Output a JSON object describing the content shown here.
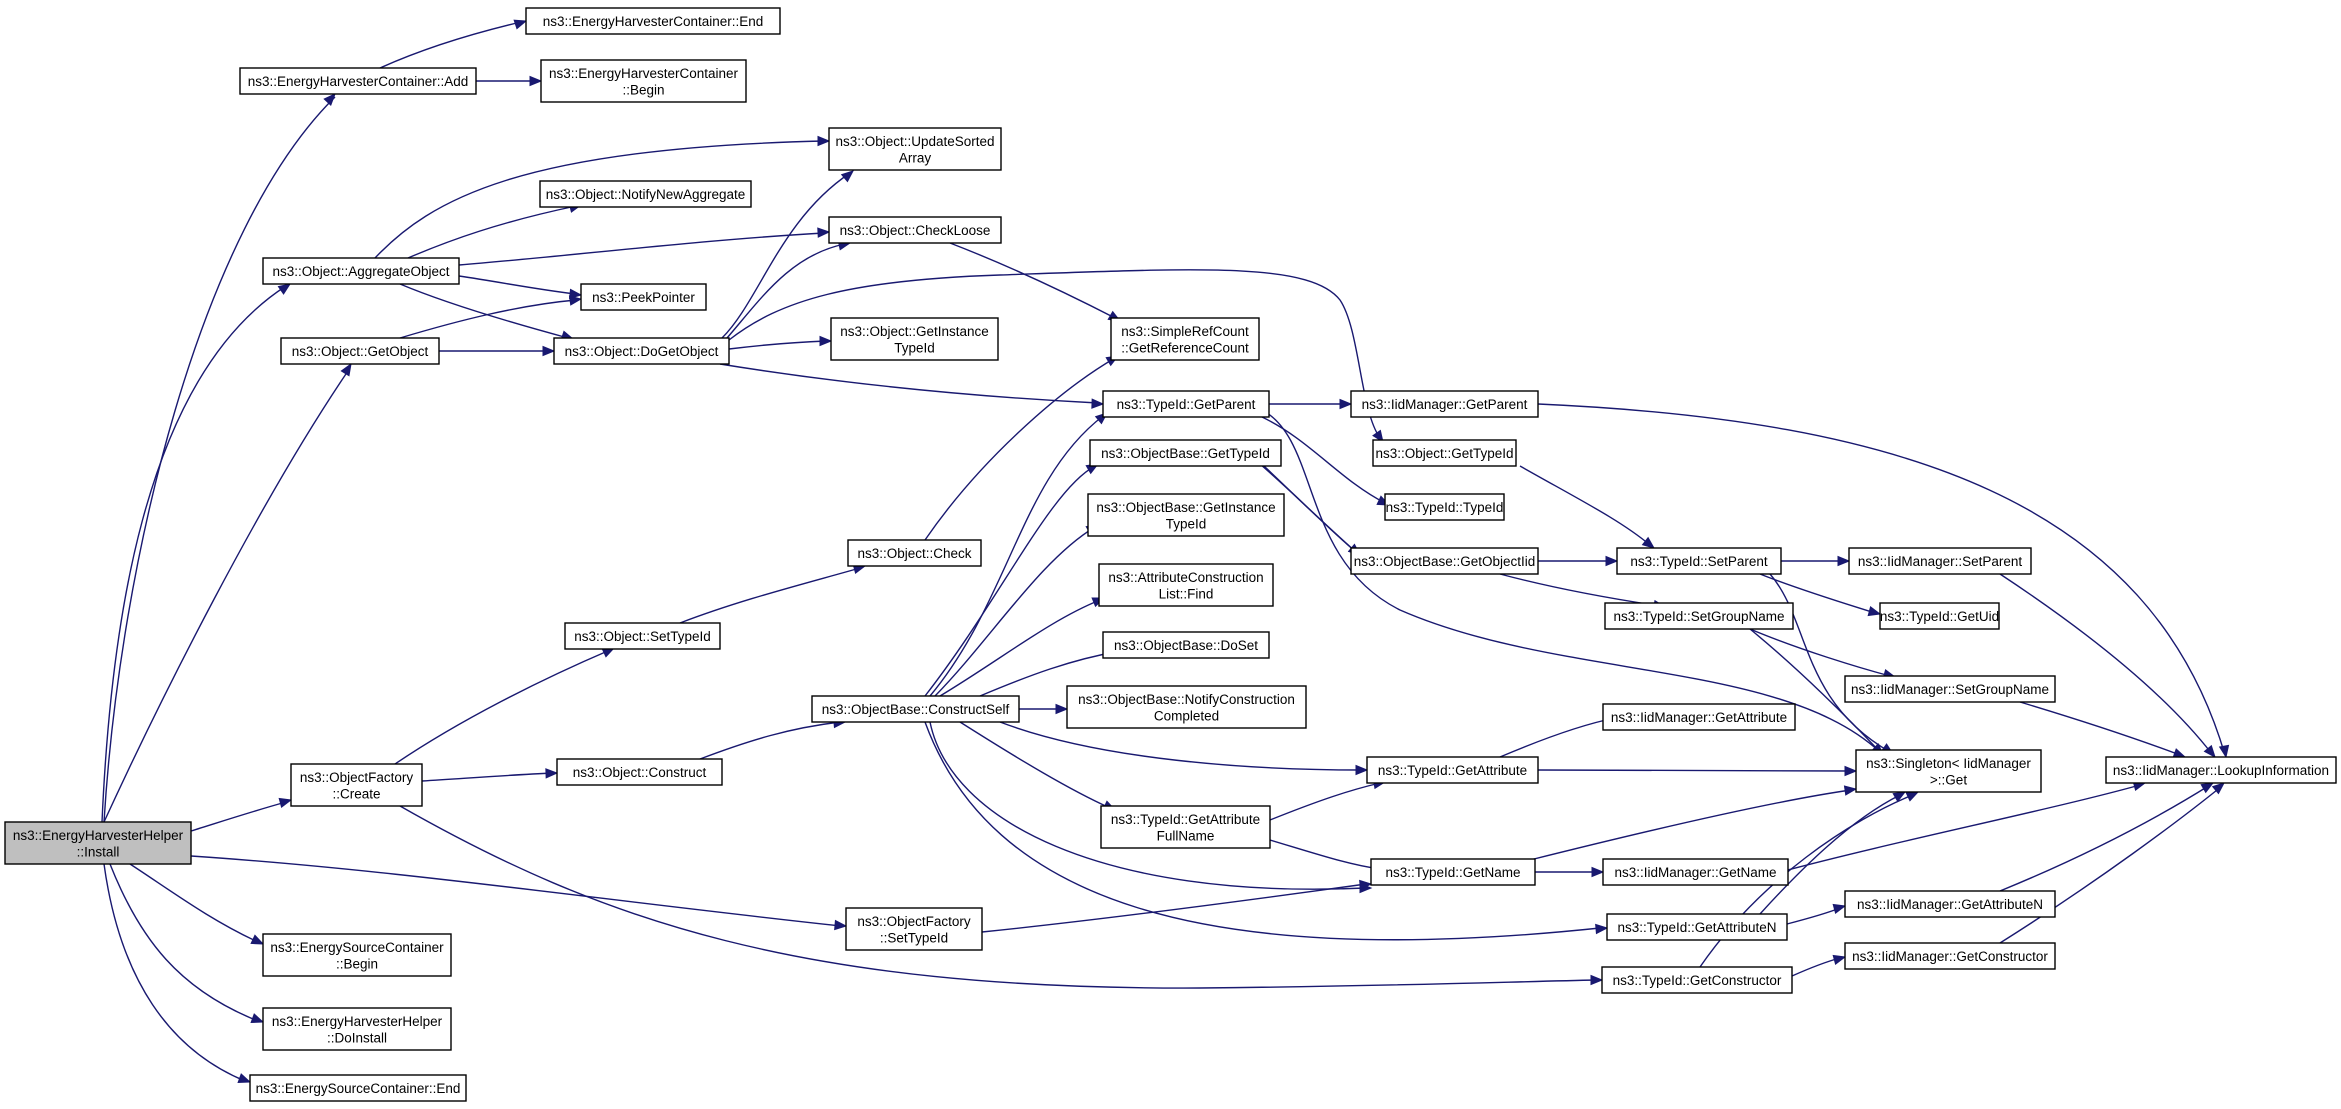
{
  "graph": {
    "root": "install",
    "colors": {
      "edge": "#191970",
      "root_fill": "#bfbfbf",
      "node_fill": "#ffffff",
      "border": "#000000"
    },
    "nodes": [
      {
        "id": "install",
        "lines": [
          "ns3::EnergyHarvesterHelper",
          "::Install"
        ],
        "root": true
      },
      {
        "id": "ehc-add",
        "lines": [
          "ns3::EnergyHarvesterContainer::Add"
        ]
      },
      {
        "id": "ehc-end",
        "lines": [
          "ns3::EnergyHarvesterContainer::End"
        ]
      },
      {
        "id": "ehc-begin",
        "lines": [
          "ns3::EnergyHarvesterContainer",
          "::Begin"
        ]
      },
      {
        "id": "obj-aggregate",
        "lines": [
          "ns3::Object::AggregateObject"
        ]
      },
      {
        "id": "obj-updatesorted",
        "lines": [
          "ns3::Object::UpdateSorted",
          "Array"
        ]
      },
      {
        "id": "obj-notifynewaggregate",
        "lines": [
          "ns3::Object::NotifyNewAggregate"
        ]
      },
      {
        "id": "obj-checkloose",
        "lines": [
          "ns3::Object::CheckLoose"
        ]
      },
      {
        "id": "peekpointer",
        "lines": [
          "ns3::PeekPointer"
        ]
      },
      {
        "id": "obj-getobject",
        "lines": [
          "ns3::Object::GetObject"
        ]
      },
      {
        "id": "obj-dogetobject",
        "lines": [
          "ns3::Object::DoGetObject"
        ]
      },
      {
        "id": "obj-getinstancetypeid",
        "lines": [
          "ns3::Object::GetInstance",
          "TypeId"
        ]
      },
      {
        "id": "srefcount-getref",
        "lines": [
          "ns3::SimpleRefCount",
          "::GetReferenceCount"
        ]
      },
      {
        "id": "typeid-getparent",
        "lines": [
          "ns3::TypeId::GetParent"
        ]
      },
      {
        "id": "iid-getparent",
        "lines": [
          "ns3::IidManager::GetParent"
        ]
      },
      {
        "id": "obj-gettypeid",
        "lines": [
          "ns3::Object::GetTypeId"
        ]
      },
      {
        "id": "ob-gettypeid",
        "lines": [
          "ns3::ObjectBase::GetTypeId"
        ]
      },
      {
        "id": "typeid-typeid",
        "lines": [
          "ns3::TypeId::TypeId"
        ]
      },
      {
        "id": "ob-getinstancetypeid",
        "lines": [
          "ns3::ObjectBase::GetInstance",
          "TypeId"
        ]
      },
      {
        "id": "obj-check",
        "lines": [
          "ns3::Object::Check"
        ]
      },
      {
        "id": "ob-getobjectiid",
        "lines": [
          "ns3::ObjectBase::GetObjectIid"
        ]
      },
      {
        "id": "typeid-setparent",
        "lines": [
          "ns3::TypeId::SetParent"
        ]
      },
      {
        "id": "iid-setparent",
        "lines": [
          "ns3::IidManager::SetParent"
        ]
      },
      {
        "id": "acl-find",
        "lines": [
          "ns3::AttributeConstruction",
          "List::Find"
        ]
      },
      {
        "id": "typeid-getuid",
        "lines": [
          "ns3::TypeId::GetUid"
        ]
      },
      {
        "id": "obj-settypeid",
        "lines": [
          "ns3::Object::SetTypeId"
        ]
      },
      {
        "id": "typeid-setgroupname",
        "lines": [
          "ns3::TypeId::SetGroupName"
        ]
      },
      {
        "id": "ob-doset",
        "lines": [
          "ns3::ObjectBase::DoSet"
        ]
      },
      {
        "id": "iid-setgroupname",
        "lines": [
          "ns3::IidManager::SetGroupName"
        ]
      },
      {
        "id": "ob-constructself",
        "lines": [
          "ns3::ObjectBase::ConstructSelf"
        ]
      },
      {
        "id": "ob-notifyconstruction",
        "lines": [
          "ns3::ObjectBase::NotifyConstruction",
          "Completed"
        ]
      },
      {
        "id": "iid-getattribute",
        "lines": [
          "ns3::IidManager::GetAttribute"
        ]
      },
      {
        "id": "of-create",
        "lines": [
          "ns3::ObjectFactory",
          "::Create"
        ]
      },
      {
        "id": "obj-construct",
        "lines": [
          "ns3::Object::Construct"
        ]
      },
      {
        "id": "typeid-getattribute",
        "lines": [
          "ns3::TypeId::GetAttribute"
        ]
      },
      {
        "id": "singleton-get",
        "lines": [
          "ns3::Singleton< IidManager",
          ">::Get"
        ]
      },
      {
        "id": "iid-lookupinfo",
        "lines": [
          "ns3::IidManager::LookupInformation"
        ]
      },
      {
        "id": "typeid-getattrfullname",
        "lines": [
          "ns3::TypeId::GetAttribute",
          "FullName"
        ]
      },
      {
        "id": "typeid-getname",
        "lines": [
          "ns3::TypeId::GetName"
        ]
      },
      {
        "id": "iid-getname",
        "lines": [
          "ns3::IidManager::GetName"
        ]
      },
      {
        "id": "iid-getattributen",
        "lines": [
          "ns3::IidManager::GetAttributeN"
        ]
      },
      {
        "id": "of-settypeid",
        "lines": [
          "ns3::ObjectFactory",
          "::SetTypeId"
        ]
      },
      {
        "id": "typeid-getattributen",
        "lines": [
          "ns3::TypeId::GetAttributeN"
        ]
      },
      {
        "id": "esc-begin",
        "lines": [
          "ns3::EnergySourceContainer",
          "::Begin"
        ]
      },
      {
        "id": "iid-getconstructor",
        "lines": [
          "ns3::IidManager::GetConstructor"
        ]
      },
      {
        "id": "typeid-getconstructor",
        "lines": [
          "ns3::TypeId::GetConstructor"
        ]
      },
      {
        "id": "ehh-doinstall",
        "lines": [
          "ns3::EnergyHarvesterHelper",
          "::DoInstall"
        ]
      },
      {
        "id": "esc-end",
        "lines": [
          "ns3::EnergySourceContainer::End"
        ]
      }
    ]
  }
}
